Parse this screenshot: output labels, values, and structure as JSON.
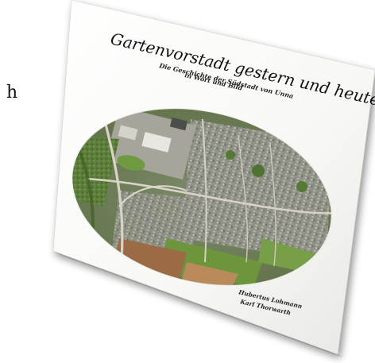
{
  "stray_text": "h",
  "book": {
    "title": "Gartenvorstadt gestern und heute",
    "subtitle_line1": "Die Geschichte der Südstadt von Unna",
    "subtitle_line2": "in Wort und Bild",
    "author1": "Hubertus Lohmann",
    "author2": "Karl Thorwarth"
  },
  "colors": {
    "cover": "#fbfbf9",
    "map_green": "#5e8a3c",
    "map_urban": "#8b8f86",
    "road": "#d8d3c6",
    "field_brown": "#9a6b45"
  }
}
